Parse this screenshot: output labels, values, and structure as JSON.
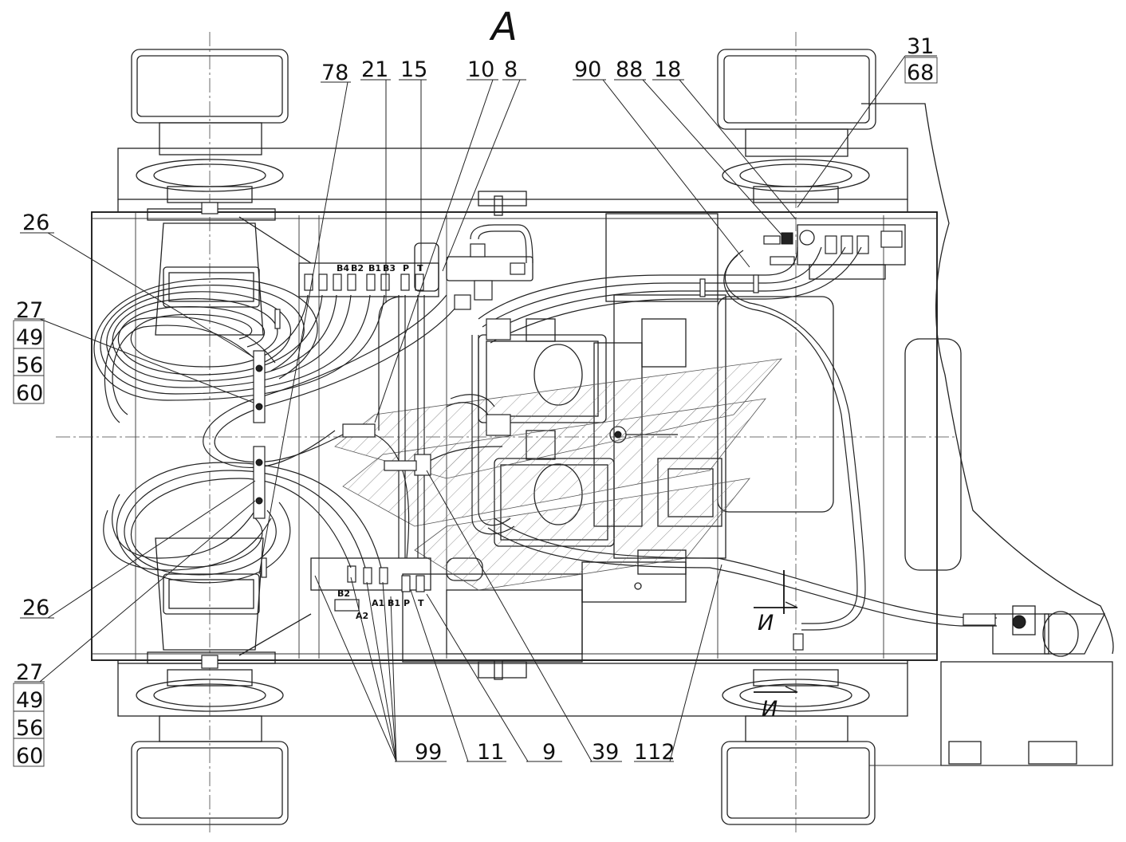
{
  "view_title": "А",
  "section_marks": [
    "И",
    "И"
  ],
  "callouts_top": [
    "78",
    "21",
    "15",
    "10",
    "8",
    "90",
    "88",
    "18",
    "31",
    "68"
  ],
  "callouts_left_upper": [
    "26",
    "27",
    "49",
    "56",
    "60"
  ],
  "callouts_left_lower": [
    "26",
    "27",
    "49",
    "56",
    "60"
  ],
  "callouts_bottom": [
    "99",
    "11",
    "9",
    "39",
    "112"
  ],
  "ports_upper": [
    "B4",
    "B2",
    "B1",
    "B3",
    "P",
    "T"
  ],
  "ports_lower": [
    "B2",
    "A2",
    "A1",
    "B1",
    "P",
    "T"
  ]
}
